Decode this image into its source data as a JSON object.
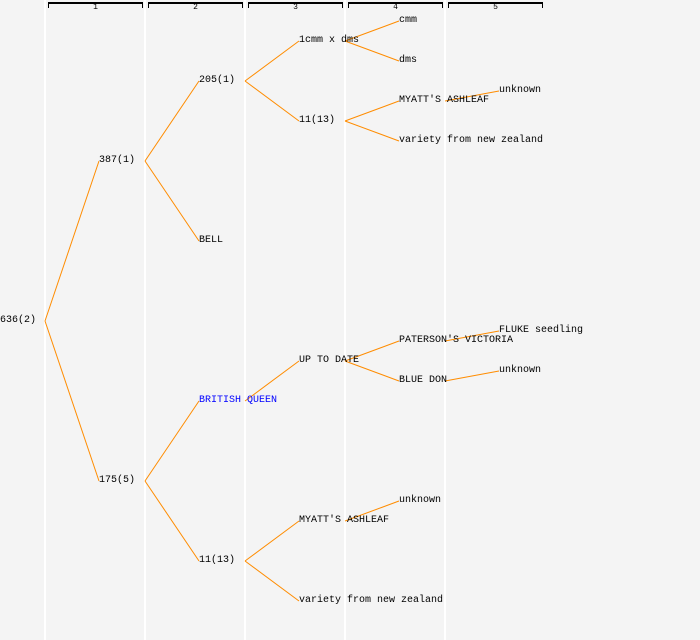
{
  "columns": [
    "1",
    "2",
    "3",
    "4",
    "5"
  ],
  "colors": {
    "line": "#ff8c00",
    "highlight": "#0000ff",
    "background": "#f4f4f4"
  },
  "nodes": {
    "root": "636(2)",
    "g1a": "387(1)",
    "g1b": "175(5)",
    "g2a": "205(1)",
    "g2b": "BELL",
    "g2c": "BRITISH QUEEN",
    "g2d": "11(13)",
    "g3a": "1cmm x dms",
    "g3b": "11(13)",
    "g3c": "UP TO DATE",
    "g3d": "MYATT'S ASHLEAF",
    "g3e": "variety from new zealand",
    "g4a": "cmm",
    "g4b": "dms",
    "g4c": "MYATT'S ASHLEAF",
    "g4d": "variety from new zealand",
    "g4e": "PATERSON'S VICTORIA",
    "g4f": "BLUE DON",
    "g4g": "unknown",
    "g5a": "unknown",
    "g5b": "FLUKE seedling",
    "g5c": "unknown"
  }
}
